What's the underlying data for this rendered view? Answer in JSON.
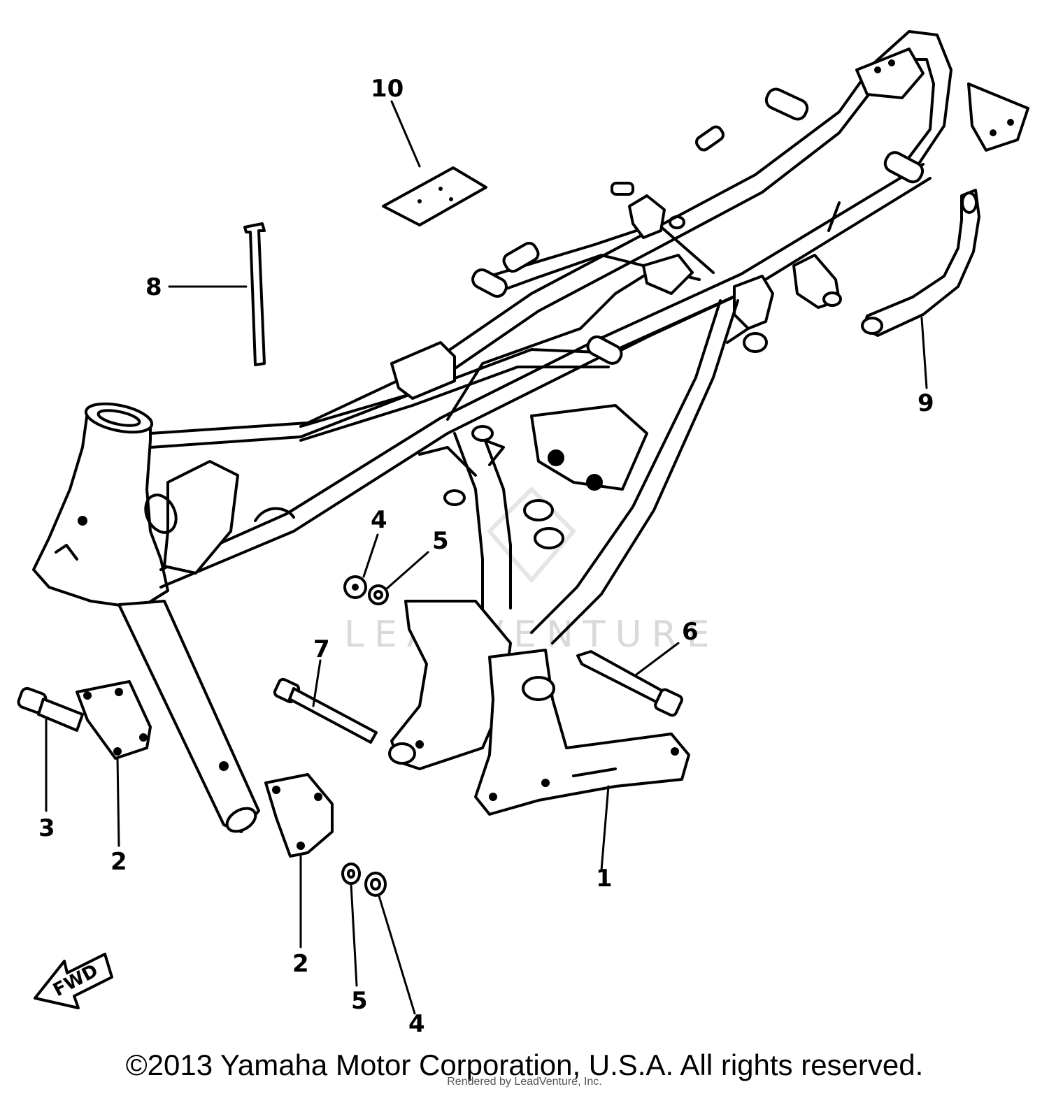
{
  "diagram": {
    "callouts": {
      "c1": "1",
      "c2a": "2",
      "c2b": "2",
      "c3": "3",
      "c4a": "4",
      "c4b": "4",
      "c5a": "5",
      "c5b": "5",
      "c6": "6",
      "c7": "7",
      "c8": "8",
      "c9": "9",
      "c10": "10"
    },
    "forward_marker": "FWD",
    "watermark": "LEADVENTURE"
  },
  "footer": {
    "copyright": "©2013 Yamaha Motor Corporation, U.S.A. All rights reserved.",
    "rendered_by": "Rendered by LeadVenture, Inc."
  }
}
